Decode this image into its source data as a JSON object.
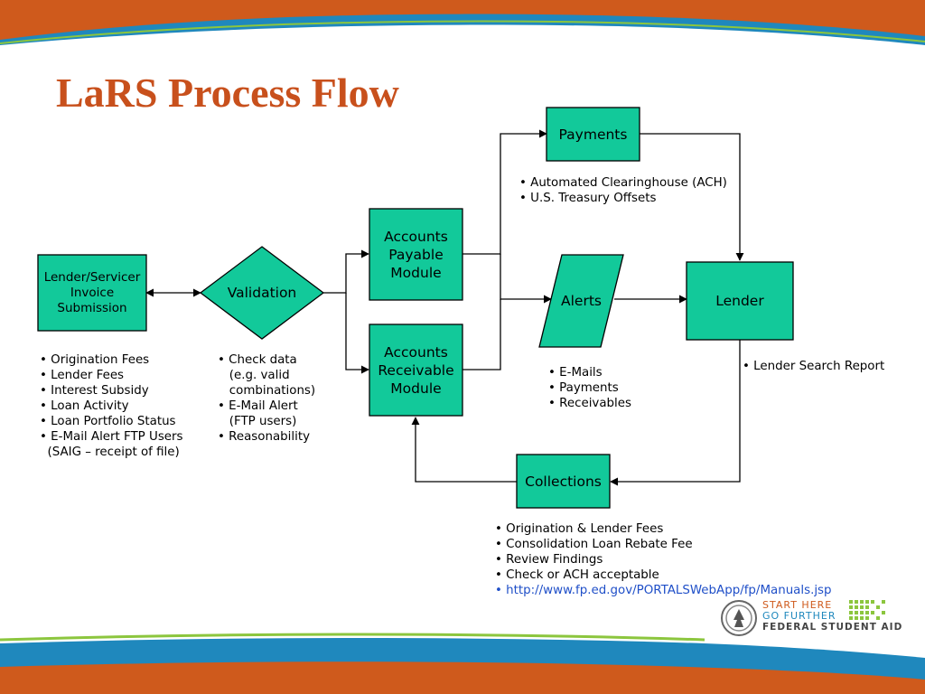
{
  "title": "LaRS Process Flow",
  "nodes": {
    "lender_servicer": "Lender/Servicer\nInvoice\nSubmission",
    "validation": "Validation",
    "accounts_payable": "Accounts\nPayable\nModule",
    "accounts_receivable": "Accounts\nReceivable\nModule",
    "payments": "Payments",
    "alerts": "Alerts",
    "lender": "Lender",
    "collections": "Collections"
  },
  "notes": {
    "lender_servicer": [
      "• Origination Fees",
      "• Lender Fees",
      "• Interest Subsidy",
      "• Loan Activity",
      "• Loan Portfolio Status",
      "• E-Mail Alert FTP Users",
      "  (SAIG – receipt of file)"
    ],
    "validation": [
      "• Check data",
      "   (e.g. valid",
      "   combinations)",
      "• E-Mail Alert",
      "   (FTP users)",
      "• Reasonability"
    ],
    "payments": [
      "• Automated Clearinghouse (ACH)",
      "• U.S. Treasury Offsets"
    ],
    "alerts": [
      "• E-Mails",
      "• Payments",
      "• Receivables"
    ],
    "lender": [
      "• Lender Search Report"
    ],
    "collections": [
      "• Origination & Lender Fees",
      "• Consolidation Loan Rebate Fee",
      "• Review Findings",
      "• Check or ACH acceptable"
    ],
    "collections_link": "• http://www.fp.ed.gov/PORTALSWebApp/fp/Manuals.jsp"
  },
  "logo": {
    "line1": "START HERE",
    "line2": "GO FURTHER",
    "line3": "FEDERAL STUDENT AID",
    "seal": "department-seal-icon"
  },
  "colors": {
    "node_fill": "#12c99a",
    "title": "#c8501c",
    "band_orange": "#cf5a1c",
    "band_blue": "#1f88bd",
    "link": "#1f4fc8"
  }
}
